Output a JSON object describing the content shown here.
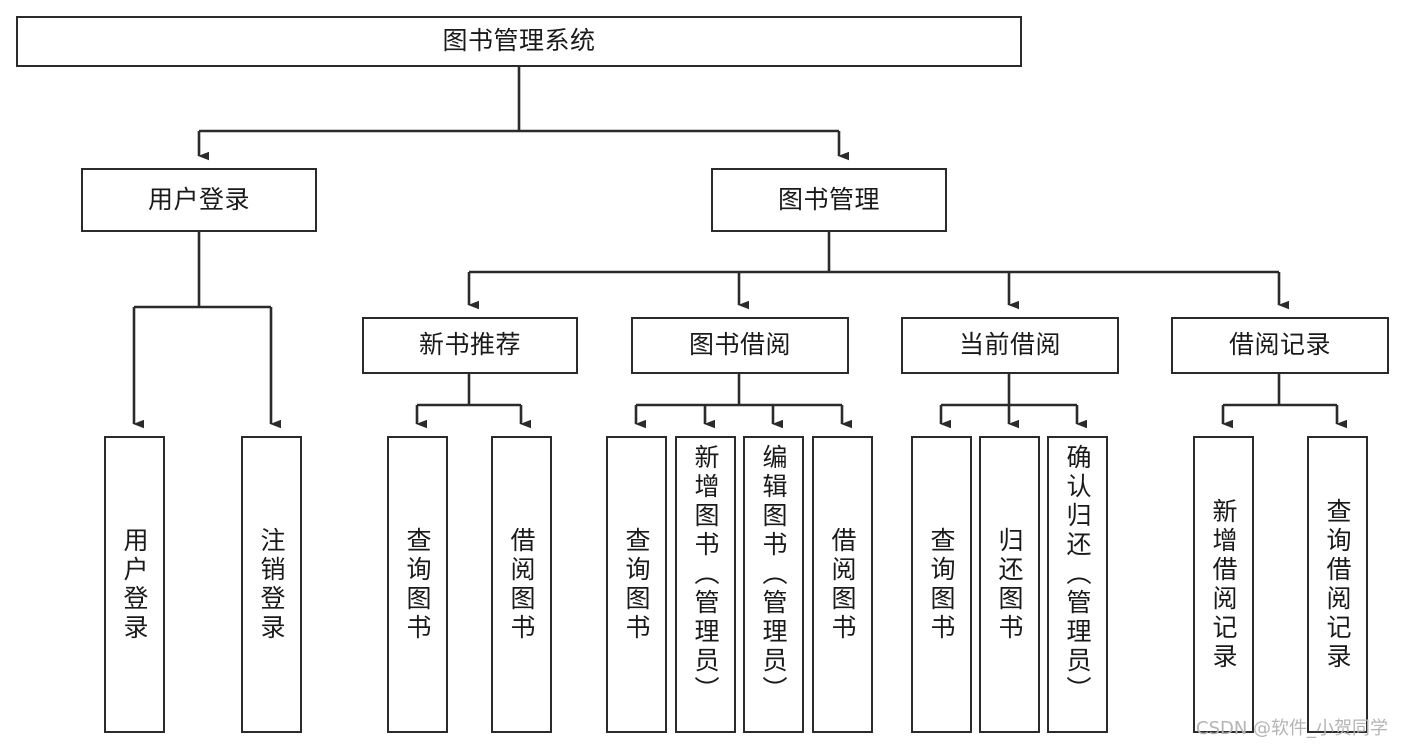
{
  "diagram": {
    "title": "图书管理系统",
    "type": "tree-hierarchy-chart",
    "stroke_color": "#2b2b2b",
    "fill_color": "#ffffff",
    "text_color": "#1a1a1a"
  },
  "watermark": {
    "text": "CSDN @软件_小贺同学",
    "color": "#b4b4b4"
  },
  "nodes": {
    "root": {
      "label": "图书管理系统"
    },
    "level2": [
      {
        "label": "用户登录"
      },
      {
        "label": "图书管理"
      }
    ],
    "level3": [
      {
        "label": "新书推荐"
      },
      {
        "label": "图书借阅"
      },
      {
        "label": "当前借阅"
      },
      {
        "label": "借阅记录"
      }
    ],
    "leaves": {
      "user_login": [
        {
          "label": "用户登录"
        },
        {
          "label": "注销登录"
        }
      ],
      "new_book": [
        {
          "label": "查询图书"
        },
        {
          "label": "借阅图书"
        }
      ],
      "book_borrow": [
        {
          "label": "查询图书"
        },
        {
          "label": "新增图书（管理员）"
        },
        {
          "label": "编辑图书（管理员）"
        },
        {
          "label": "借阅图书"
        }
      ],
      "current_borrow": [
        {
          "label": "查询图书"
        },
        {
          "label": "归还图书"
        },
        {
          "label": "确认归还（管理员）"
        }
      ],
      "borrow_record": [
        {
          "label": "新增借阅记录"
        },
        {
          "label": "查询借阅记录"
        }
      ]
    }
  }
}
